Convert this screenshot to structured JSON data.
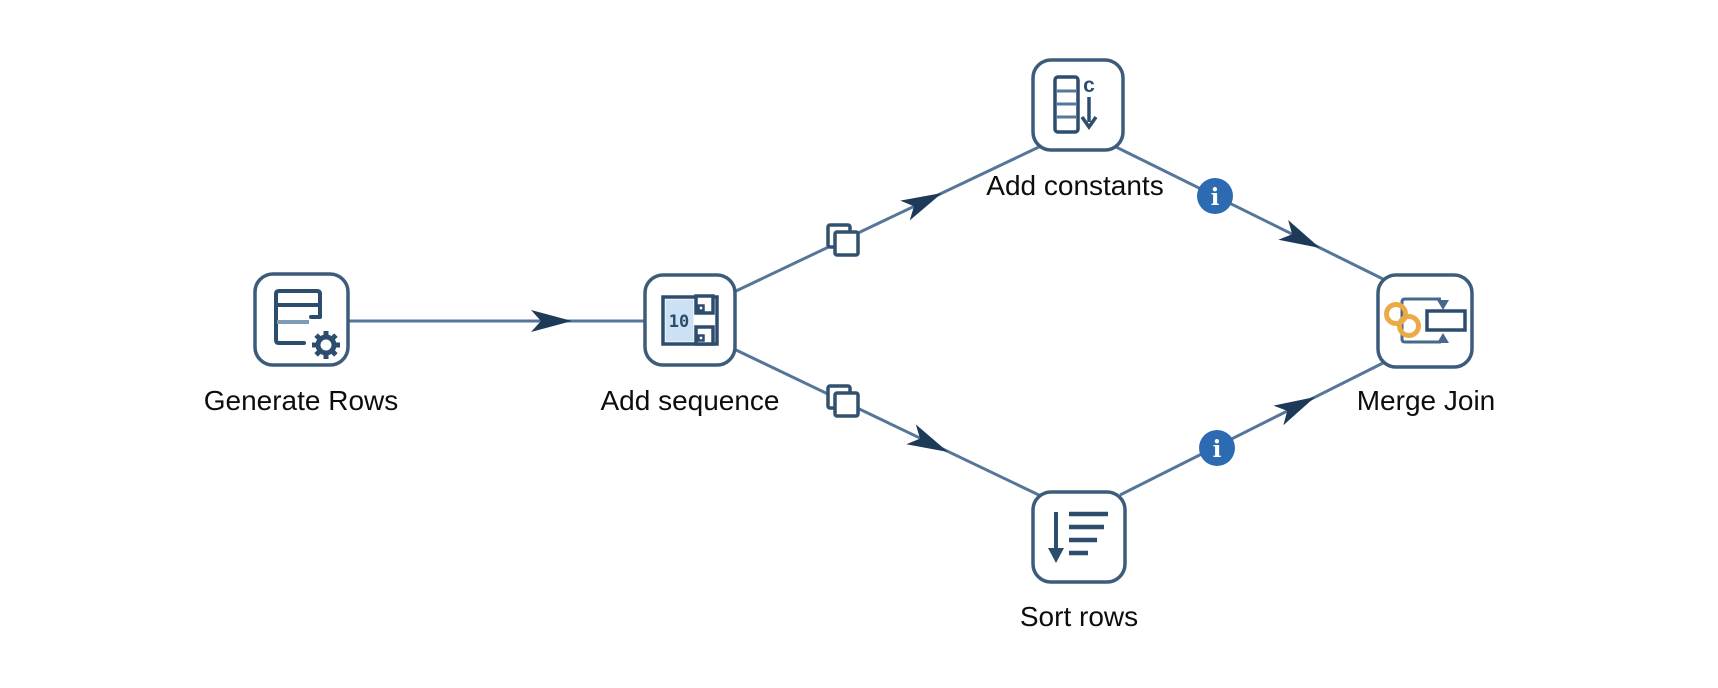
{
  "canvas": {
    "title": "pipeline-editor-canvas"
  },
  "colors": {
    "background": "#ffffff",
    "node_stroke": "#3d5c7c",
    "edge_line": "#557699",
    "arrowhead": "#1d3a58",
    "icon_dark": "#2d4d6e",
    "icon_mid": "#54779c",
    "icon_light_fill": "#cde1f5",
    "info_badge_blue": "#2c6ab2",
    "chain_orange": "#ecaa47",
    "label_text": "#0d0d0d"
  },
  "nodes": [
    {
      "id": "generate-rows",
      "label": "Generate Rows"
    },
    {
      "id": "add-sequence",
      "label": "Add sequence",
      "icon_text": "10"
    },
    {
      "id": "add-constants",
      "label": "Add constants",
      "icon_text": "c"
    },
    {
      "id": "sort-rows",
      "label": "Sort rows"
    },
    {
      "id": "merge-join",
      "label": "Merge Join"
    }
  ],
  "edges": [
    {
      "from": "generate-rows",
      "to": "add-sequence",
      "decorations": [
        "arrow"
      ]
    },
    {
      "from": "add-sequence",
      "to": "add-constants",
      "decorations": [
        "copy-rows",
        "arrow"
      ]
    },
    {
      "from": "add-constants",
      "to": "merge-join",
      "decorations": [
        "info-badge",
        "arrow"
      ]
    },
    {
      "from": "add-sequence",
      "to": "sort-rows",
      "decorations": [
        "copy-rows",
        "arrow"
      ]
    },
    {
      "from": "sort-rows",
      "to": "merge-join",
      "decorations": [
        "info-badge",
        "arrow"
      ]
    }
  ],
  "badges": {
    "info_glyph": "i"
  }
}
